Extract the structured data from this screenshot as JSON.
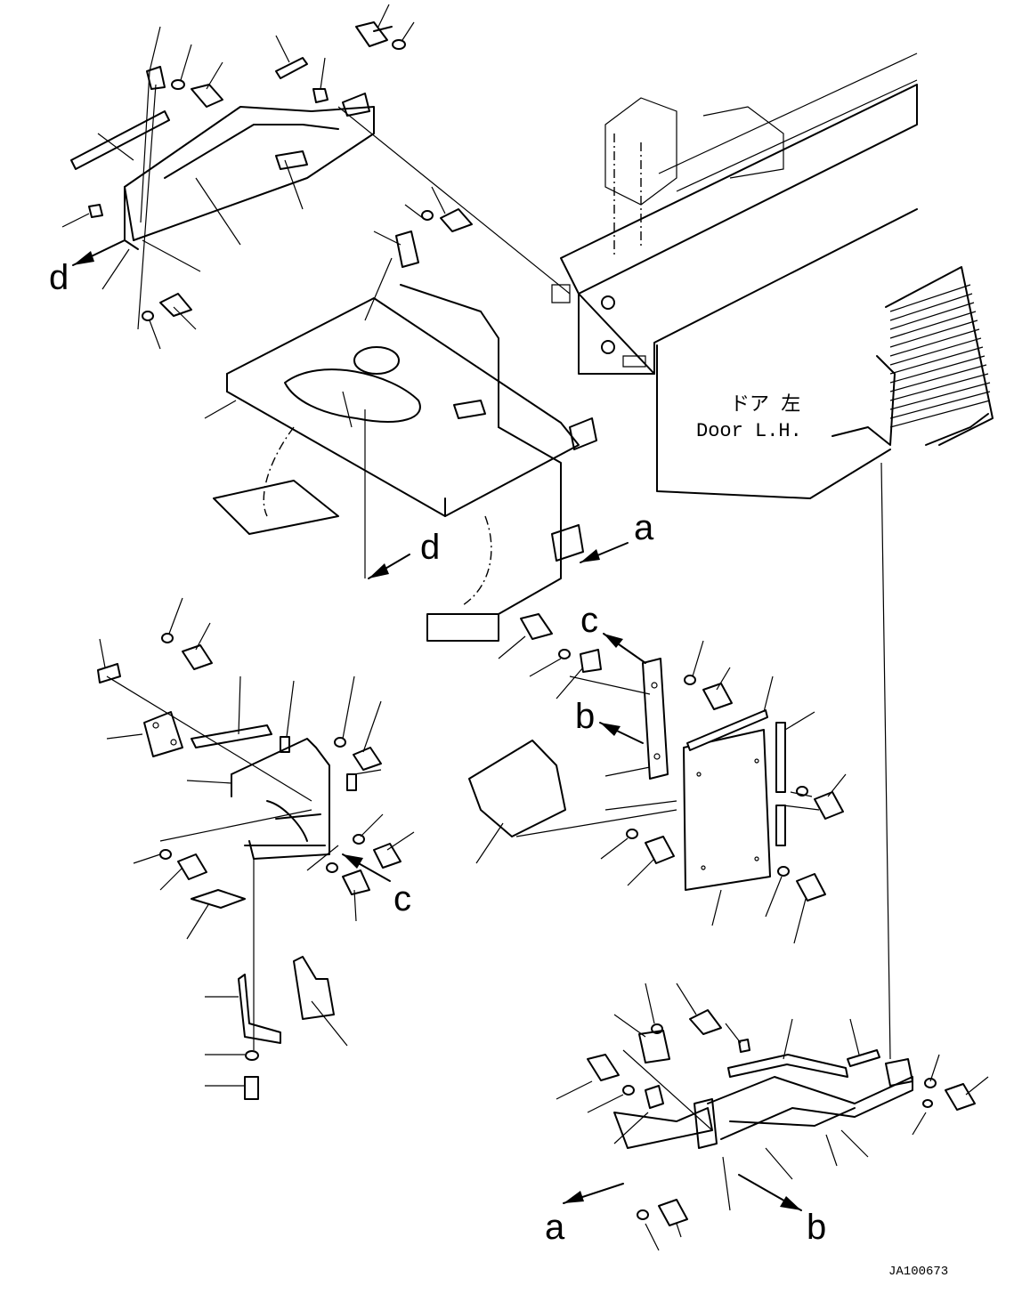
{
  "drawing_code": "JA100673",
  "door_label": {
    "japanese": "ドア 左",
    "english": "Door L.H."
  },
  "reference_letters": [
    {
      "id": "d-top",
      "text": "d"
    },
    {
      "id": "d-mid",
      "text": "d"
    },
    {
      "id": "a-right",
      "text": "a"
    },
    {
      "id": "c-left",
      "text": "c"
    },
    {
      "id": "c-right",
      "text": "c"
    },
    {
      "id": "b-right",
      "text": "b"
    },
    {
      "id": "a-bottom",
      "text": "a"
    },
    {
      "id": "b-bottom",
      "text": "b"
    }
  ]
}
